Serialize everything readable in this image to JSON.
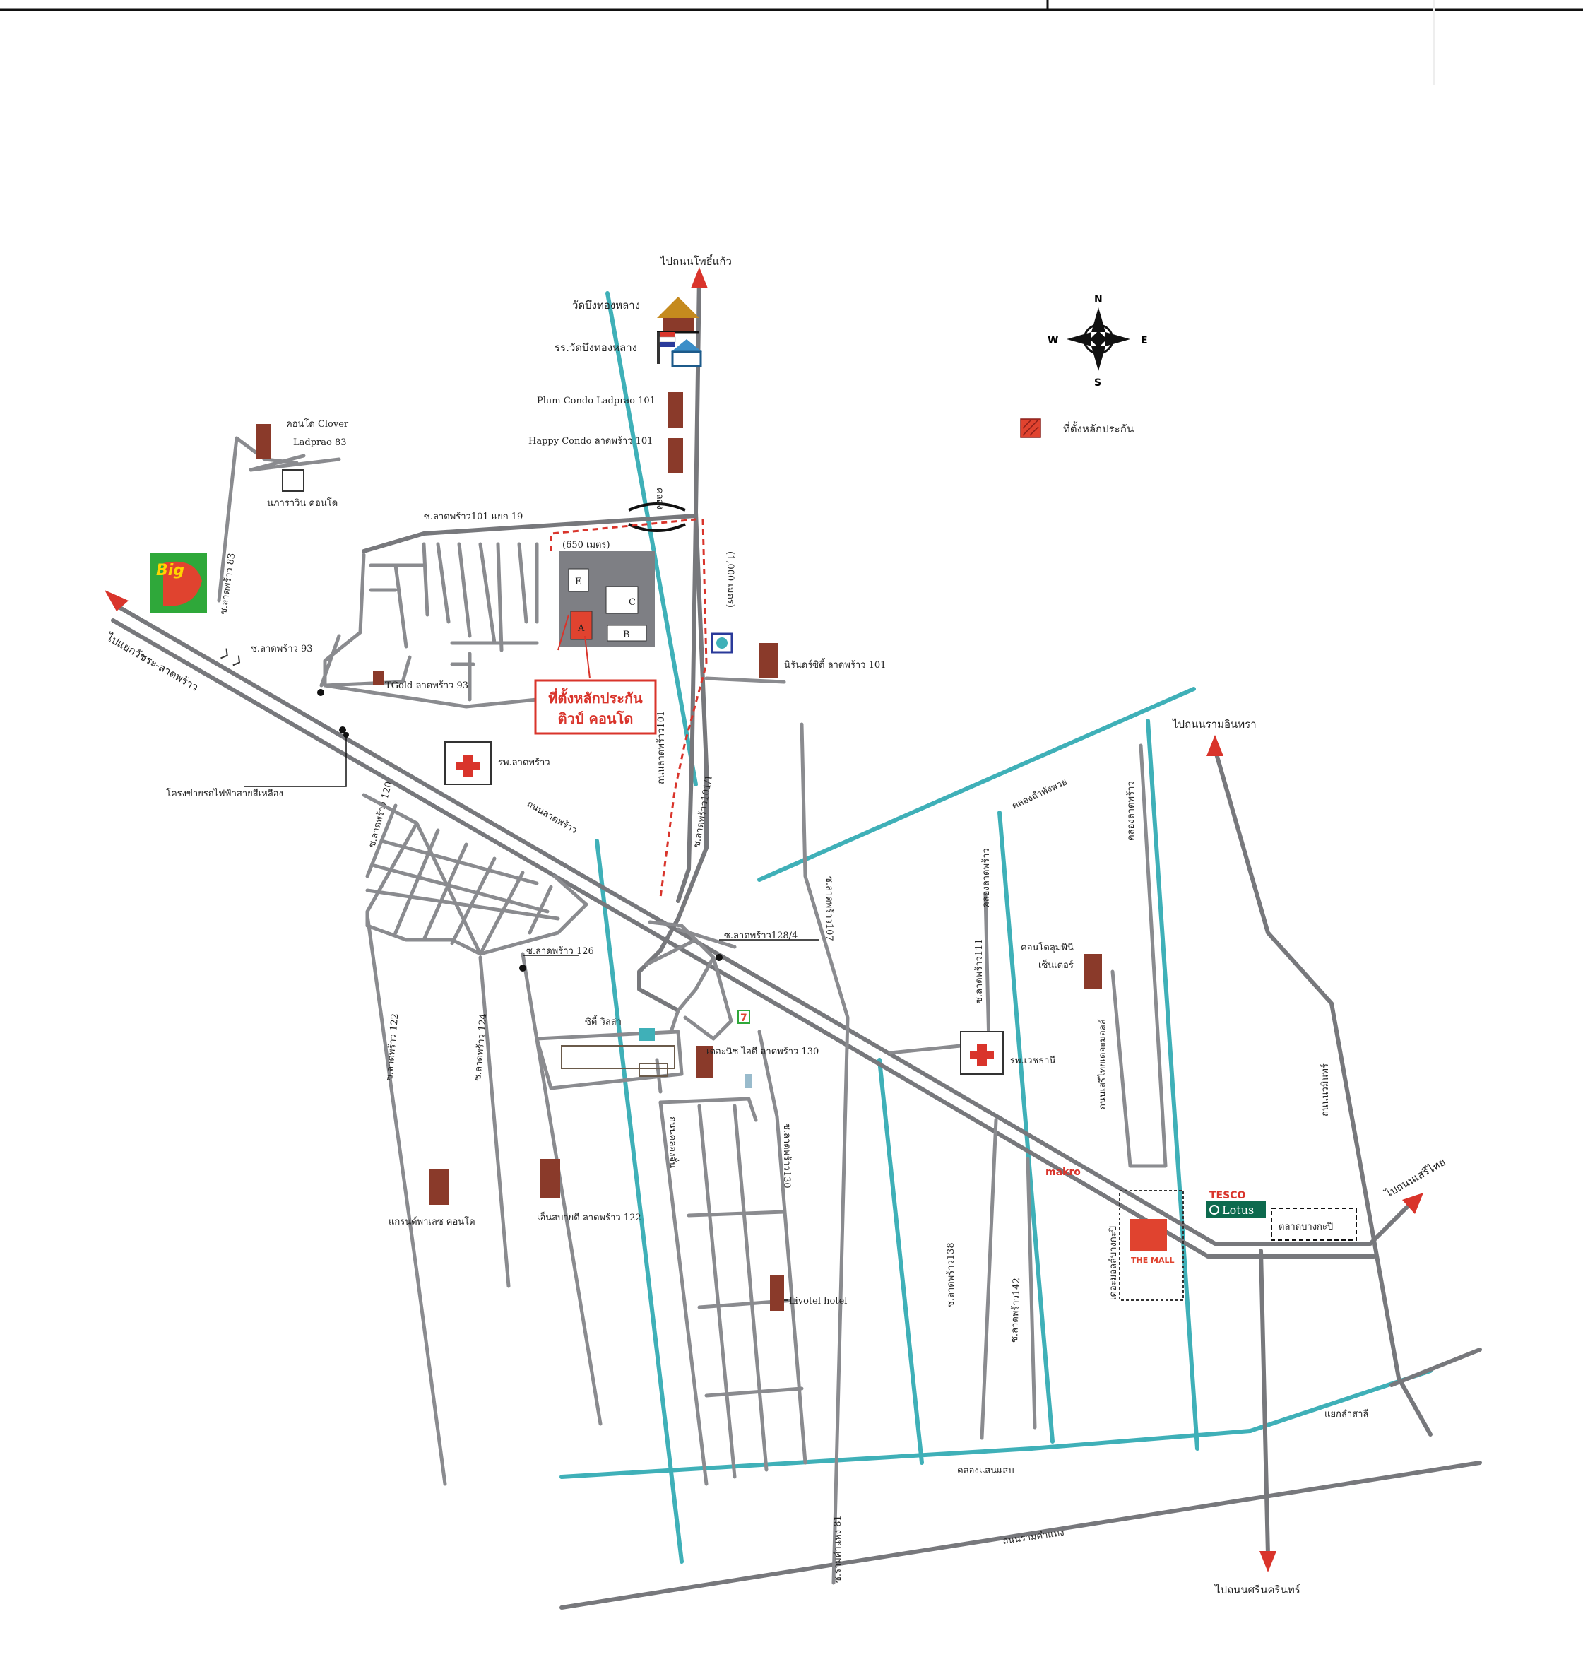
{
  "colors": {
    "road": "#77787c",
    "canal": "#3fb0b8",
    "accent": "#d9342b",
    "building": "#8a3a2a"
  },
  "compass": {
    "n": "N",
    "s": "S",
    "e": "E",
    "w": "W"
  },
  "legend": {
    "label": "ที่ตั้งหลักประกัน",
    "icon": "red-hatched-square-icon"
  },
  "directions": {
    "north": "ไปถนนโพธิ์แก้ว",
    "northwest": "ไปแยกวัชระ-ลาดพร้าว",
    "east": "ไปถนนรามอินทรา",
    "southeast": "ไปถนนเสรีไทย",
    "south": "ไปถนนศรีนครินทร์"
  },
  "subject": {
    "title_line1": "ที่ตั้งหลักประกัน",
    "title_line2": "ติวป์ คอนโด",
    "dist_west": "(650 เมตร)",
    "dist_east": "(1,000 เมตร)",
    "blocks": [
      "E",
      "C",
      "B",
      "A"
    ]
  },
  "places": {
    "wat": "วัดบึงทองหลาง",
    "school": "รร.วัดบึงทองหลาง",
    "plum": "Plum Condo Ladprao 101",
    "happy": "Happy Condo ลาดพร้าว 101",
    "clover_1": "คอนโด Clover",
    "clover_2": "Ladprao 83",
    "nakarawin": "นภาราวิน คอนโด",
    "bigc": "Big C",
    "soi83": "ซ.ลาดพร้าว 83",
    "soi93": "ซ.ลาดพร้าว 93",
    "tgold": "TGold ลาดพร้าว 93",
    "soi101_19": "ซ.ลาดพร้าว101 แยก 19",
    "nirun": "นิรันดร์ซิตี้ ลาดพร้าว 101",
    "yellow_line": "โครงข่ายรถไฟฟ้าสายสีเหลือง",
    "hospital_ladprao": "รพ.ลาดพร้าว",
    "canal_road": "คลอง",
    "soi101": "ถนนลาดพร้าว101",
    "soi101_1": "ซ.ลาดพร้าว101/1",
    "ladprao_rd": "ถนนลาดพร้าว",
    "soi120": "ซ.ลาดพร้าว 120",
    "soi122": "ซ.ลาดพร้าว 122",
    "soi124": "ซ.ลาดพร้าว 124",
    "soi126": "ซ.ลาดพร้าว 126",
    "soi128_4": "ซ.ลาดพร้าว128/4",
    "soi107": "ซ.ลาดพร้าว107",
    "city_villa": "ซิตี้ วิลล่า",
    "niche": "เดอะนิช ไอดี ลาดพร้าว 130",
    "grand_palace": "แกรนด์พาเลซ คอนโด",
    "sabai": "เอ็นสบายดี ลาดพร้าว 122",
    "khlong_rd": "ถนนคลองจั่น",
    "soi130": "ซ.ลาดพร้าว130",
    "livotel": "Livotel hotel",
    "soi111": "ซ.ลาดพร้าว111",
    "soi138": "ซ.ลาดพร้าว138",
    "soi142": "ซ.ลาดพร้าว142",
    "khlong_phlap": "คลองลำพังพวย",
    "khlong_chiang": "คลองลาดพร้าว",
    "khlong_rd2": "คลองลาดพร้าว",
    "condo_plaza_1": "คอนโดลุมพินี",
    "condo_plaza_2": "เซ็นเตอร์",
    "hosp_wetchathani": "รพ.เวชธานี",
    "mall_rd": "ถนนเสรีไทยเดอะมอลล์",
    "mall_label": "เดอะมอลล์บางกะปิ",
    "the_mall": "THE MALL",
    "makro": "makro",
    "tesco": "TESCO",
    "lotus": "Lotus",
    "bangkapi_market": "ตลาดบางกะปิ",
    "nawamin": "ถนนนวมินทร์",
    "khlong_saen_saep": "คลองแสนแสบ",
    "ram81": "ซ.รามคำแหง 81",
    "ramkhamhaeng": "ถนนรามคำแหง",
    "lamsali": "แยกลำสาลี"
  }
}
